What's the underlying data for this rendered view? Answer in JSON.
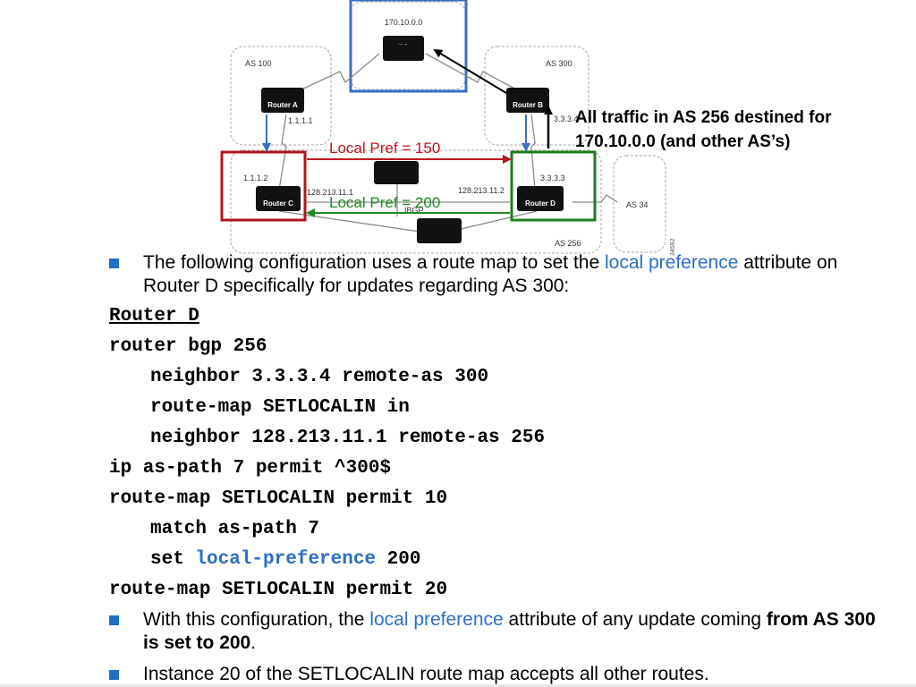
{
  "diagram": {
    "network_label": "170.10.0.0",
    "as100_label": "AS 100",
    "as300_label": "AS 300",
    "as256_label": "AS 256",
    "as34_label": "AS 34",
    "router_a_label": "Router A",
    "router_b_label": "Router B",
    "router_c_label": "Router C",
    "router_d_label": "Router D",
    "ip_a": "1.1.1.1",
    "ip_c": "1.1.1.2",
    "ip_b": "3.3.3.4",
    "ip_d": "3.3.3.3",
    "ip_c_ibgp": "128.213.11.1",
    "ip_d_ibgp": "128.213.11.2",
    "ibgp_label": "IBGP",
    "figure_id": "34592",
    "local_pref_150": "Local Pref = 150",
    "local_pref_200": "Local Pref = 200",
    "callout_line1": "All traffic in AS 256 destined for",
    "callout_line2": "170.10.0.0 (and other AS’s)",
    "colors": {
      "network_box": "#3a6fc4",
      "router_c_box": "#b0151d",
      "router_d_box": "#1e7c1e",
      "pref150": "#c0141c",
      "pref200": "#1e8a1e",
      "cloud": "#999999"
    }
  },
  "bullets": {
    "b1_part1": "The following configuration uses a route map to set the ",
    "b1_link": "local preference",
    "b1_part2": " attribute on Router D specifically for updates regarding AS 300:",
    "b2_part1": "With this configuration, the ",
    "b2_link": "local preference",
    "b2_part2": " attribute of any update coming ",
    "b2_bold": "from AS 300 is set to 200",
    "b2_end": ".",
    "b3": "Instance 20 of the SETLOCALIN route map accepts all other routes."
  },
  "code": {
    "heading": "Router D",
    "l1": "router bgp 256",
    "l2": "neighbor 3.3.3.4 remote-as 300",
    "l3": "route-map SETLOCALIN in",
    "l4": "neighbor 128.213.11.1 remote-as 256",
    "l5": "ip as-path 7 permit ^300$",
    "l6": "route-map SETLOCALIN permit 10",
    "l7": "match as-path 7",
    "l8_pre": "set ",
    "l8_kw": "local-preference",
    "l8_post": " 200",
    "l9": "route-map SETLOCALIN permit 20"
  }
}
